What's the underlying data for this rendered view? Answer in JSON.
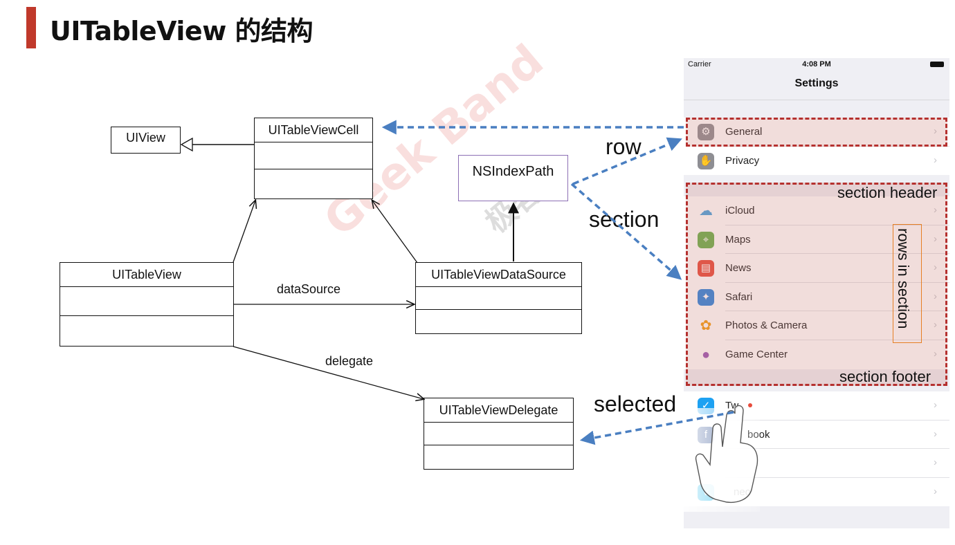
{
  "title": "UITableView 的结构",
  "watermark": {
    "text": "Geek Band",
    "cn": "极客班"
  },
  "uml": {
    "uiview": "UIView",
    "cell": "UITableViewCell",
    "indexpath": "NSIndexPath",
    "tableview": "UITableView",
    "datasource": "UITableViewDataSource",
    "delegate": "UITableViewDelegate"
  },
  "edges": {
    "datasource_label": "dataSource",
    "delegate_label": "delegate",
    "row_label": "row",
    "section_label": "section",
    "selected_label": "selected"
  },
  "phone": {
    "carrier": "Carrier",
    "time": "4:08 PM",
    "nav_title": "Settings",
    "group1": [
      {
        "label": "General",
        "icon": "gear-icon",
        "color": "#8e8e93",
        "glyph": "⚙"
      },
      {
        "label": "Privacy",
        "icon": "hand-icon",
        "color": "#8e8e93",
        "glyph": "✋"
      }
    ],
    "group2": [
      {
        "label": "iCloud",
        "icon": "cloud-icon",
        "color": "#4aa3df",
        "glyph": "☁"
      },
      {
        "label": "Maps",
        "icon": "map-icon",
        "color": "#6ab04c",
        "glyph": "⌖"
      },
      {
        "label": "News",
        "icon": "news-icon",
        "color": "#e74c3c",
        "glyph": "▤"
      },
      {
        "label": "Safari",
        "icon": "compass-icon",
        "color": "#2e86de",
        "glyph": "✦"
      },
      {
        "label": "Photos & Camera",
        "icon": "flower-icon",
        "color": "#f39c12",
        "glyph": "✿"
      },
      {
        "label": "Game Center",
        "icon": "bubbles-icon",
        "color": "#9b59b6",
        "glyph": "●"
      }
    ],
    "group3": [
      {
        "label": "Tw",
        "icon": "bird-icon",
        "color": "#1da1f2",
        "glyph": "✓"
      },
      {
        "label": "book",
        "icon": "f-icon",
        "color": "#3b5998",
        "glyph": "f"
      },
      {
        "label": "",
        "icon": "blank-icon",
        "color": "#ffffff",
        "glyph": ""
      },
      {
        "label": "neo",
        "icon": "v-icon",
        "color": "#1ab7ea",
        "glyph": "v"
      }
    ]
  },
  "annotations": {
    "section_header": "section header",
    "section_footer": "section footer",
    "rows_in_section": "rows in section"
  }
}
